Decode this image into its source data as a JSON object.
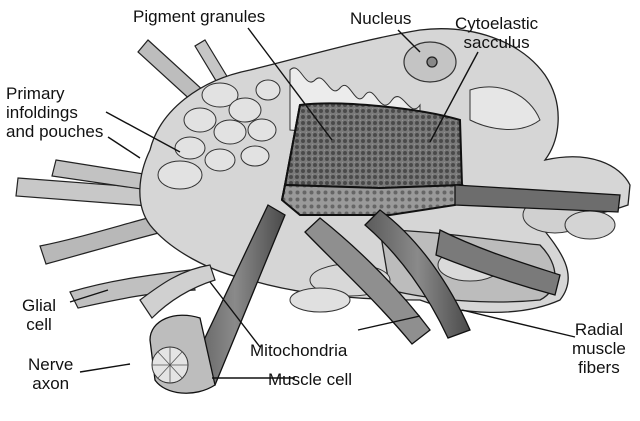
{
  "labels": {
    "pigment_granules": "Pigment granules",
    "nucleus": "Nucleus",
    "cytoelastic_sacculus": [
      "Cytoelastic",
      "sacculus"
    ],
    "primary_infoldings": [
      "Primary",
      "infoldings",
      "and pouches"
    ],
    "glial_cell": [
      "Glial",
      "cell"
    ],
    "nerve_axon": [
      "Nerve",
      "axon"
    ],
    "mitochondria": "Mitochondria",
    "muscle_cell": "Muscle cell",
    "radial_muscle_fibers": [
      "Radial",
      "muscle",
      "fibers"
    ]
  },
  "colors": {
    "ink": "#111111",
    "cell_light": "#d6d6d6",
    "cell_mid": "#a9a9a9",
    "cell_dark": "#5a5a5a",
    "granule_fill": "#6e6e6e"
  }
}
